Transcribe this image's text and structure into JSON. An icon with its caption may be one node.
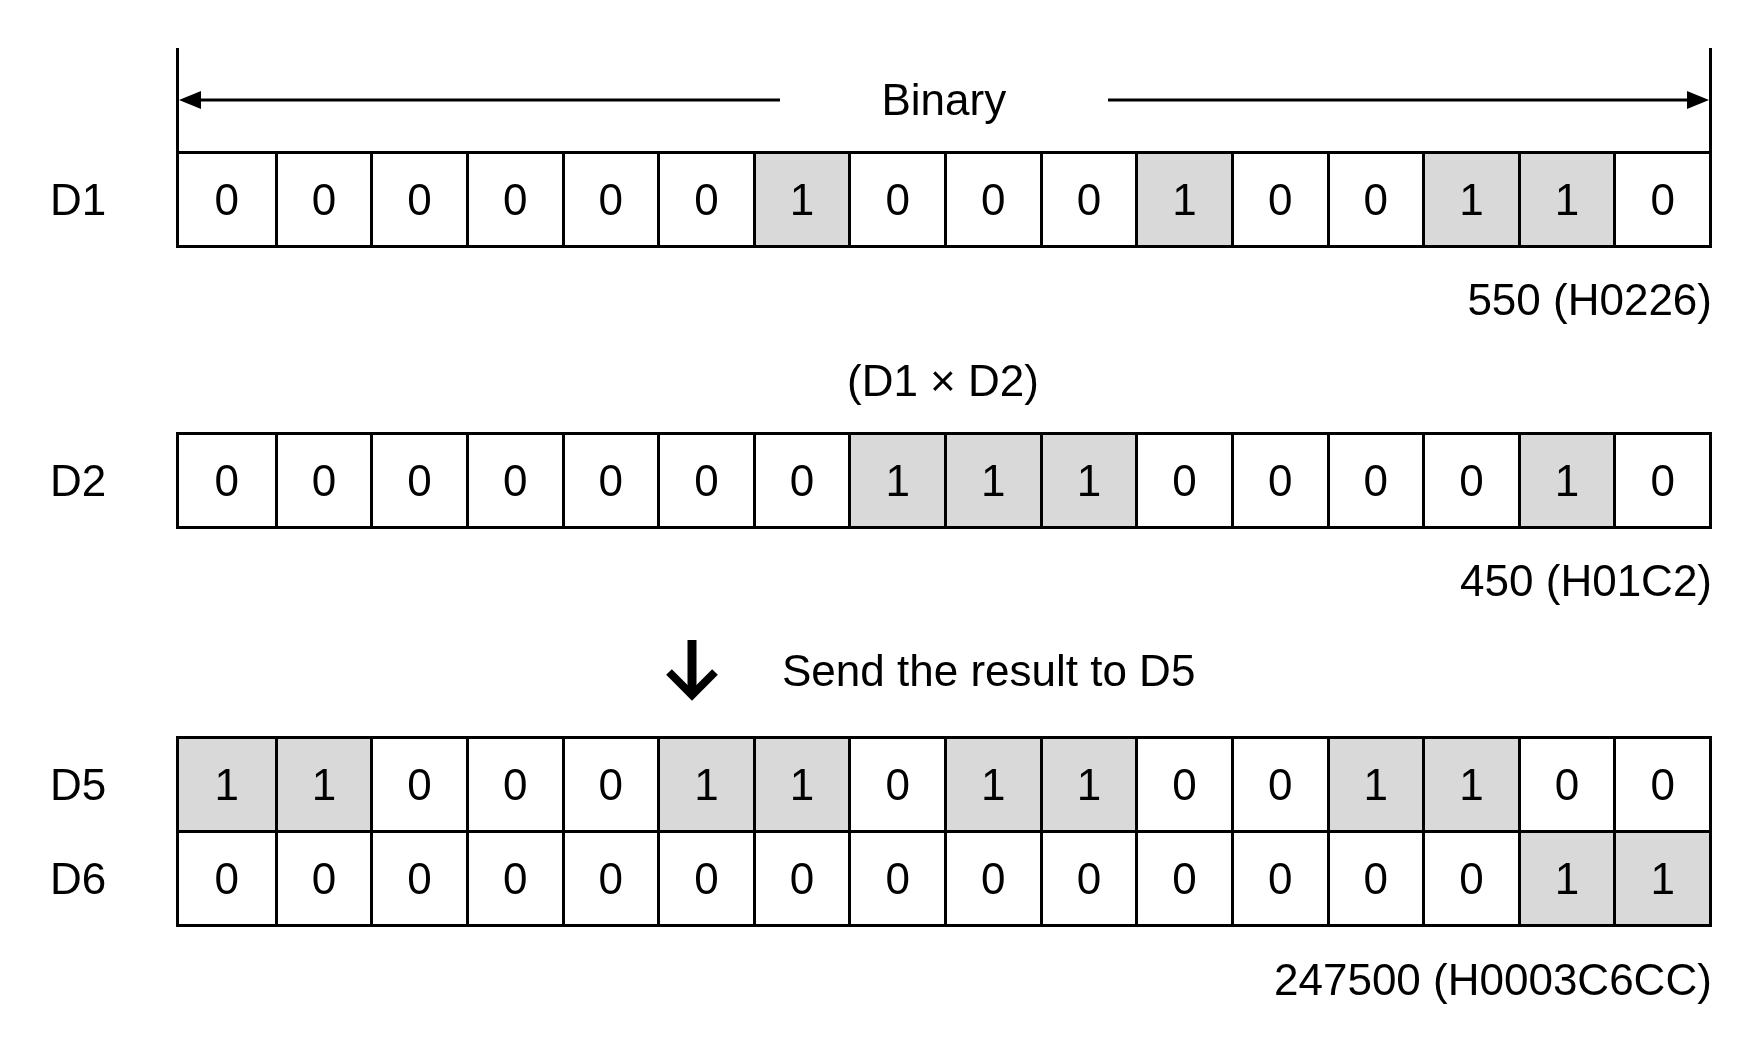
{
  "diagram": {
    "nodes": [
      {
        "text": [
          "D1"
        ],
        "beside": [
          "550 (H0226)"
        ]
      },
      {
        "text": [
          "0"
        ],
        "in": 0
      },
      {
        "text": [
          "0"
        ],
        "in": 0
      },
      {
        "text": [
          "0"
        ],
        "in": 0
      },
      {
        "text": [
          "0"
        ],
        "in": 0
      },
      {
        "text": [
          "0"
        ],
        "in": 0
      },
      {
        "text": [
          "0"
        ],
        "in": 0
      },
      {
        "text": [
          "1"
        ],
        "in": 0
      },
      {
        "text": [
          "0"
        ],
        "in": 0
      },
      {
        "text": [
          "0"
        ],
        "in": 0
      },
      {
        "text": [
          "0"
        ],
        "in": 0
      },
      {
        "text": [
          "1"
        ],
        "in": 0
      },
      {
        "text": [
          "0"
        ],
        "in": 0
      },
      {
        "text": [
          "0"
        ],
        "in": 0
      },
      {
        "text": [
          "1"
        ],
        "in": 0
      },
      {
        "text": [
          "1"
        ],
        "in": 0
      },
      {
        "text": [
          "0"
        ],
        "in": 0
      },
      {
        "text": [
          "D2"
        ],
        "beside": [
          "450 (H01C2)"
        ]
      },
      {
        "text": [
          "0"
        ],
        "in": 17
      },
      {
        "text": [
          "0"
        ],
        "in": 17
      },
      {
        "text": [
          "0"
        ],
        "in": 17
      },
      {
        "text": [
          "0"
        ],
        "in": 17
      },
      {
        "text": [
          "0"
        ],
        "in": 17
      },
      {
        "text": [
          "0"
        ],
        "in": 17
      },
      {
        "text": [
          "0"
        ],
        "in": 17
      },
      {
        "text": [
          "1"
        ],
        "in": 17
      },
      {
        "text": [
          "1"
        ],
        "in": 17
      },
      {
        "text": [
          "1"
        ],
        "in": 17
      },
      {
        "text": [
          "0"
        ],
        "in": 17
      },
      {
        "text": [
          "0"
        ],
        "in": 17
      },
      {
        "text": [
          "0"
        ],
        "in": 17
      },
      {
        "text": [
          "0"
        ],
        "in": 17
      },
      {
        "text": [
          "1"
        ],
        "in": 17
      },
      {
        "text": [
          "0"
        ],
        "in": 17
      },
      {
        "text": [
          "D5"
        ]
      },
      {
        "text": [
          "1"
        ],
        "in": 34
      },
      {
        "text": [
          "1"
        ],
        "in": 34
      },
      {
        "text": [
          "0"
        ],
        "in": 34
      },
      {
        "text": [
          "0"
        ],
        "in": 34
      },
      {
        "text": [
          "0"
        ],
        "in": 34
      },
      {
        "text": [
          "1"
        ],
        "in": 34
      },
      {
        "text": [
          "1"
        ],
        "in": 34
      },
      {
        "text": [
          "0"
        ],
        "in": 34
      },
      {
        "text": [
          "1"
        ],
        "in": 34
      },
      {
        "text": [
          "1"
        ],
        "in": 34
      },
      {
        "text": [
          "0"
        ],
        "in": 34
      },
      {
        "text": [
          "0"
        ],
        "in": 34
      },
      {
        "text": [
          "1"
        ],
        "in": 34
      },
      {
        "text": [
          "1"
        ],
        "in": 34
      },
      {
        "text": [
          "0"
        ],
        "in": 34
      },
      {
        "text": [
          "0"
        ],
        "in": 34
      },
      {
        "text": [
          "D6"
        ]
      },
      {
        "text": [
          "0"
        ],
        "in": 51
      },
      {
        "text": [
          "0"
        ],
        "in": 51
      },
      {
        "text": [
          "0"
        ],
        "in": 51
      },
      {
        "text": [
          "0"
        ],
        "in": 51
      },
      {
        "text": [
          "0"
        ],
        "in": 51
      },
      {
        "text": [
          "0"
        ],
        "in": 51
      },
      {
        "text": [
          "0"
        ],
        "in": 51
      },
      {
        "text": [
          "0"
        ],
        "in": 51
      },
      {
        "text": [
          "0"
        ],
        "in": 51
      },
      {
        "text": [
          "0"
        ],
        "in": 51
      },
      {
        "text": [
          "0"
        ],
        "in": 51
      },
      {
        "text": [
          "0"
        ],
        "in": 51
      },
      {
        "text": [
          "0"
        ],
        "in": 51
      },
      {
        "text": [
          "0"
        ],
        "in": 51
      },
      {
        "text": [
          "1"
        ],
        "in": 51
      },
      {
        "text": [
          "1"
        ],
        "in": 51
      }
    ],
    "labels": [
      "Binary",
      "(D1 × D2)",
      "Send the result to D5",
      "247500 (H0003C6CC)"
    ]
  }
}
